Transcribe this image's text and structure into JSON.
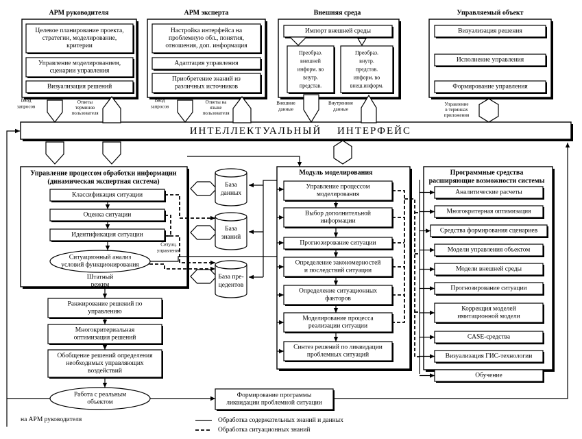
{
  "panels": {
    "arm_head": {
      "title": "АРМ руководителя",
      "items": [
        [
          "Целевое планирование проекта,",
          "стратегии, моделирование,",
          "критерии"
        ],
        [
          "Управление моделированием,",
          "сценарии управления"
        ],
        [
          "Визуализация решений"
        ]
      ]
    },
    "arm_expert": {
      "title": "АРМ эксперта",
      "items": [
        [
          "Настройка интерфейса на",
          "проблемную обл., понятия,",
          "отношения, доп. информация"
        ],
        [
          "Адаптация управления"
        ],
        [
          "Приобретение знаний из",
          "различных источников"
        ]
      ]
    },
    "external": {
      "title": "Внешняя среда",
      "import": "Импорт внешней среды",
      "conv_a": [
        "Преобраз.",
        "внешней",
        "информ. во",
        "внутр.",
        "представ."
      ],
      "conv_b": [
        "Преобраз.",
        "внутр.",
        "представ.",
        "информ. во",
        "внеш.информ."
      ]
    },
    "managed": {
      "title": "Управляемый объект",
      "items": [
        "Визуализация решения",
        "Исполнение управления",
        "Формирование управления"
      ]
    }
  },
  "io_labels": {
    "in1": [
      "Ввод",
      "запросов"
    ],
    "out1": [
      "Ответы",
      "терминов",
      "пользователя"
    ],
    "in2": [
      "Ввод",
      "запросов"
    ],
    "out2": [
      "Ответы на",
      "языке",
      "пользователя"
    ],
    "ext_in": [
      "Внешние",
      "данные"
    ],
    "int_in": [
      "Внутренние",
      "данные"
    ],
    "term": [
      "Управление",
      "в терминах",
      "приложения"
    ]
  },
  "interface": {
    "word1": "ИНТЕЛЛЕКТУАЛЬНЫЙ",
    "word2": "ИНТЕРФЕЙС"
  },
  "processing": {
    "title": [
      "Управление процессом обработки информации",
      "(динамическая экспертная система)"
    ],
    "items": [
      "Классификация ситуации",
      "Оценка ситуации",
      "Идентификация ситуации"
    ],
    "ellipse": [
      "Ситуационный анализ",
      "условий функционирования"
    ],
    "sit_label": [
      "Ситуац.",
      "управление"
    ],
    "mode": [
      "Штатный",
      "режим"
    ]
  },
  "bases": {
    "data": [
      "База",
      "данных"
    ],
    "knowledge": [
      "База",
      "знаний"
    ],
    "precedents": [
      "База пре-",
      "цедентов"
    ]
  },
  "lower_chain": [
    [
      "Ранжирование решений по",
      "управлению"
    ],
    [
      "Многокритериальная",
      "оптимизация решений"
    ],
    [
      "Обобщение решений определения",
      "необходимых управляющих",
      "воздействий"
    ]
  ],
  "real_object": [
    "Работа с реальным",
    "объектом"
  ],
  "program": [
    "Формирование программы",
    "ликвидации проблемной ситуации"
  ],
  "to_arm": "на АРМ руководителя",
  "modeling": {
    "title": "Модуль моделирования",
    "items": [
      [
        "Управление процессом",
        "моделирования"
      ],
      [
        "Выбор дополнительной",
        "информации"
      ],
      [
        "Прогнозирование ситуации"
      ],
      [
        "Определение закономерностей",
        "и последствий ситуации"
      ],
      [
        "Определение ситуационных",
        "факторов"
      ],
      [
        "Моделирование процесса",
        "реализации ситуации"
      ],
      [
        "Синтез решений по ликвидации",
        "проблемных ситуаций"
      ]
    ]
  },
  "software": {
    "title": [
      "Программные средства",
      "расширяющие возможности системы"
    ],
    "items": [
      [
        "Аналитические расчеты"
      ],
      [
        "Многокритерная оптимизация"
      ],
      [
        "Средства формирования сценариев"
      ],
      [
        "Модели управления объектом"
      ],
      [
        "Модели внешней среды"
      ],
      [
        "Прогнозирование ситуации"
      ],
      [
        "Коррекция моделей",
        "имитационной модели"
      ],
      [
        "CASE-средства"
      ],
      [
        "Визуализация ГИС-технологии"
      ],
      [
        "Обучение"
      ]
    ]
  },
  "legend": {
    "solid": "Обработка содержательных знаний и данных",
    "dashed": "Обработка ситуационных знаний"
  }
}
